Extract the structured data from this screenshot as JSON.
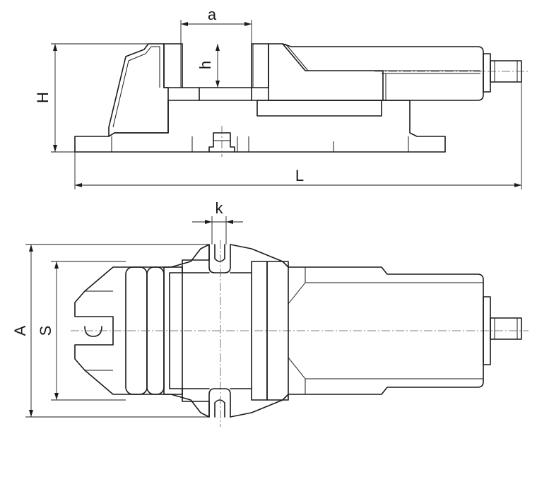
{
  "dimensions": {
    "a": "a",
    "h": "h",
    "H": "H",
    "L": "L",
    "k": "k",
    "A": "A",
    "S": "S"
  },
  "colors": {
    "line": "#1a1a1a",
    "background": "#ffffff"
  }
}
